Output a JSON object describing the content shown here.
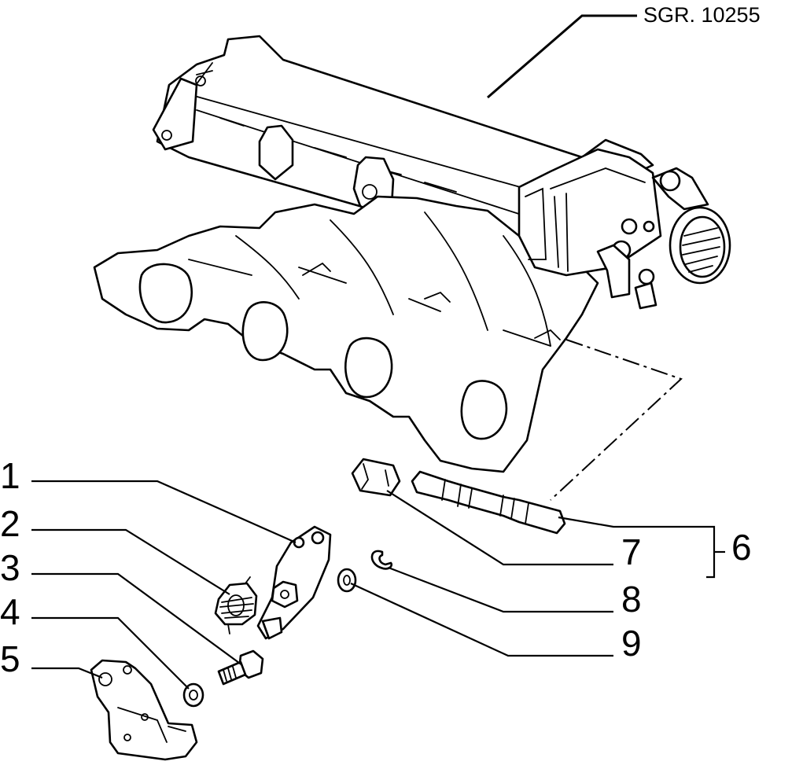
{
  "drawing": {
    "reference_code": "SGR. 10255"
  },
  "callouts": [
    {
      "id": "1",
      "label": "1"
    },
    {
      "id": "2",
      "label": "2"
    },
    {
      "id": "3",
      "label": "3"
    },
    {
      "id": "4",
      "label": "4"
    },
    {
      "id": "5",
      "label": "5"
    },
    {
      "id": "6",
      "label": "6"
    },
    {
      "id": "7",
      "label": "7"
    },
    {
      "id": "8",
      "label": "8"
    },
    {
      "id": "9",
      "label": "9"
    }
  ]
}
